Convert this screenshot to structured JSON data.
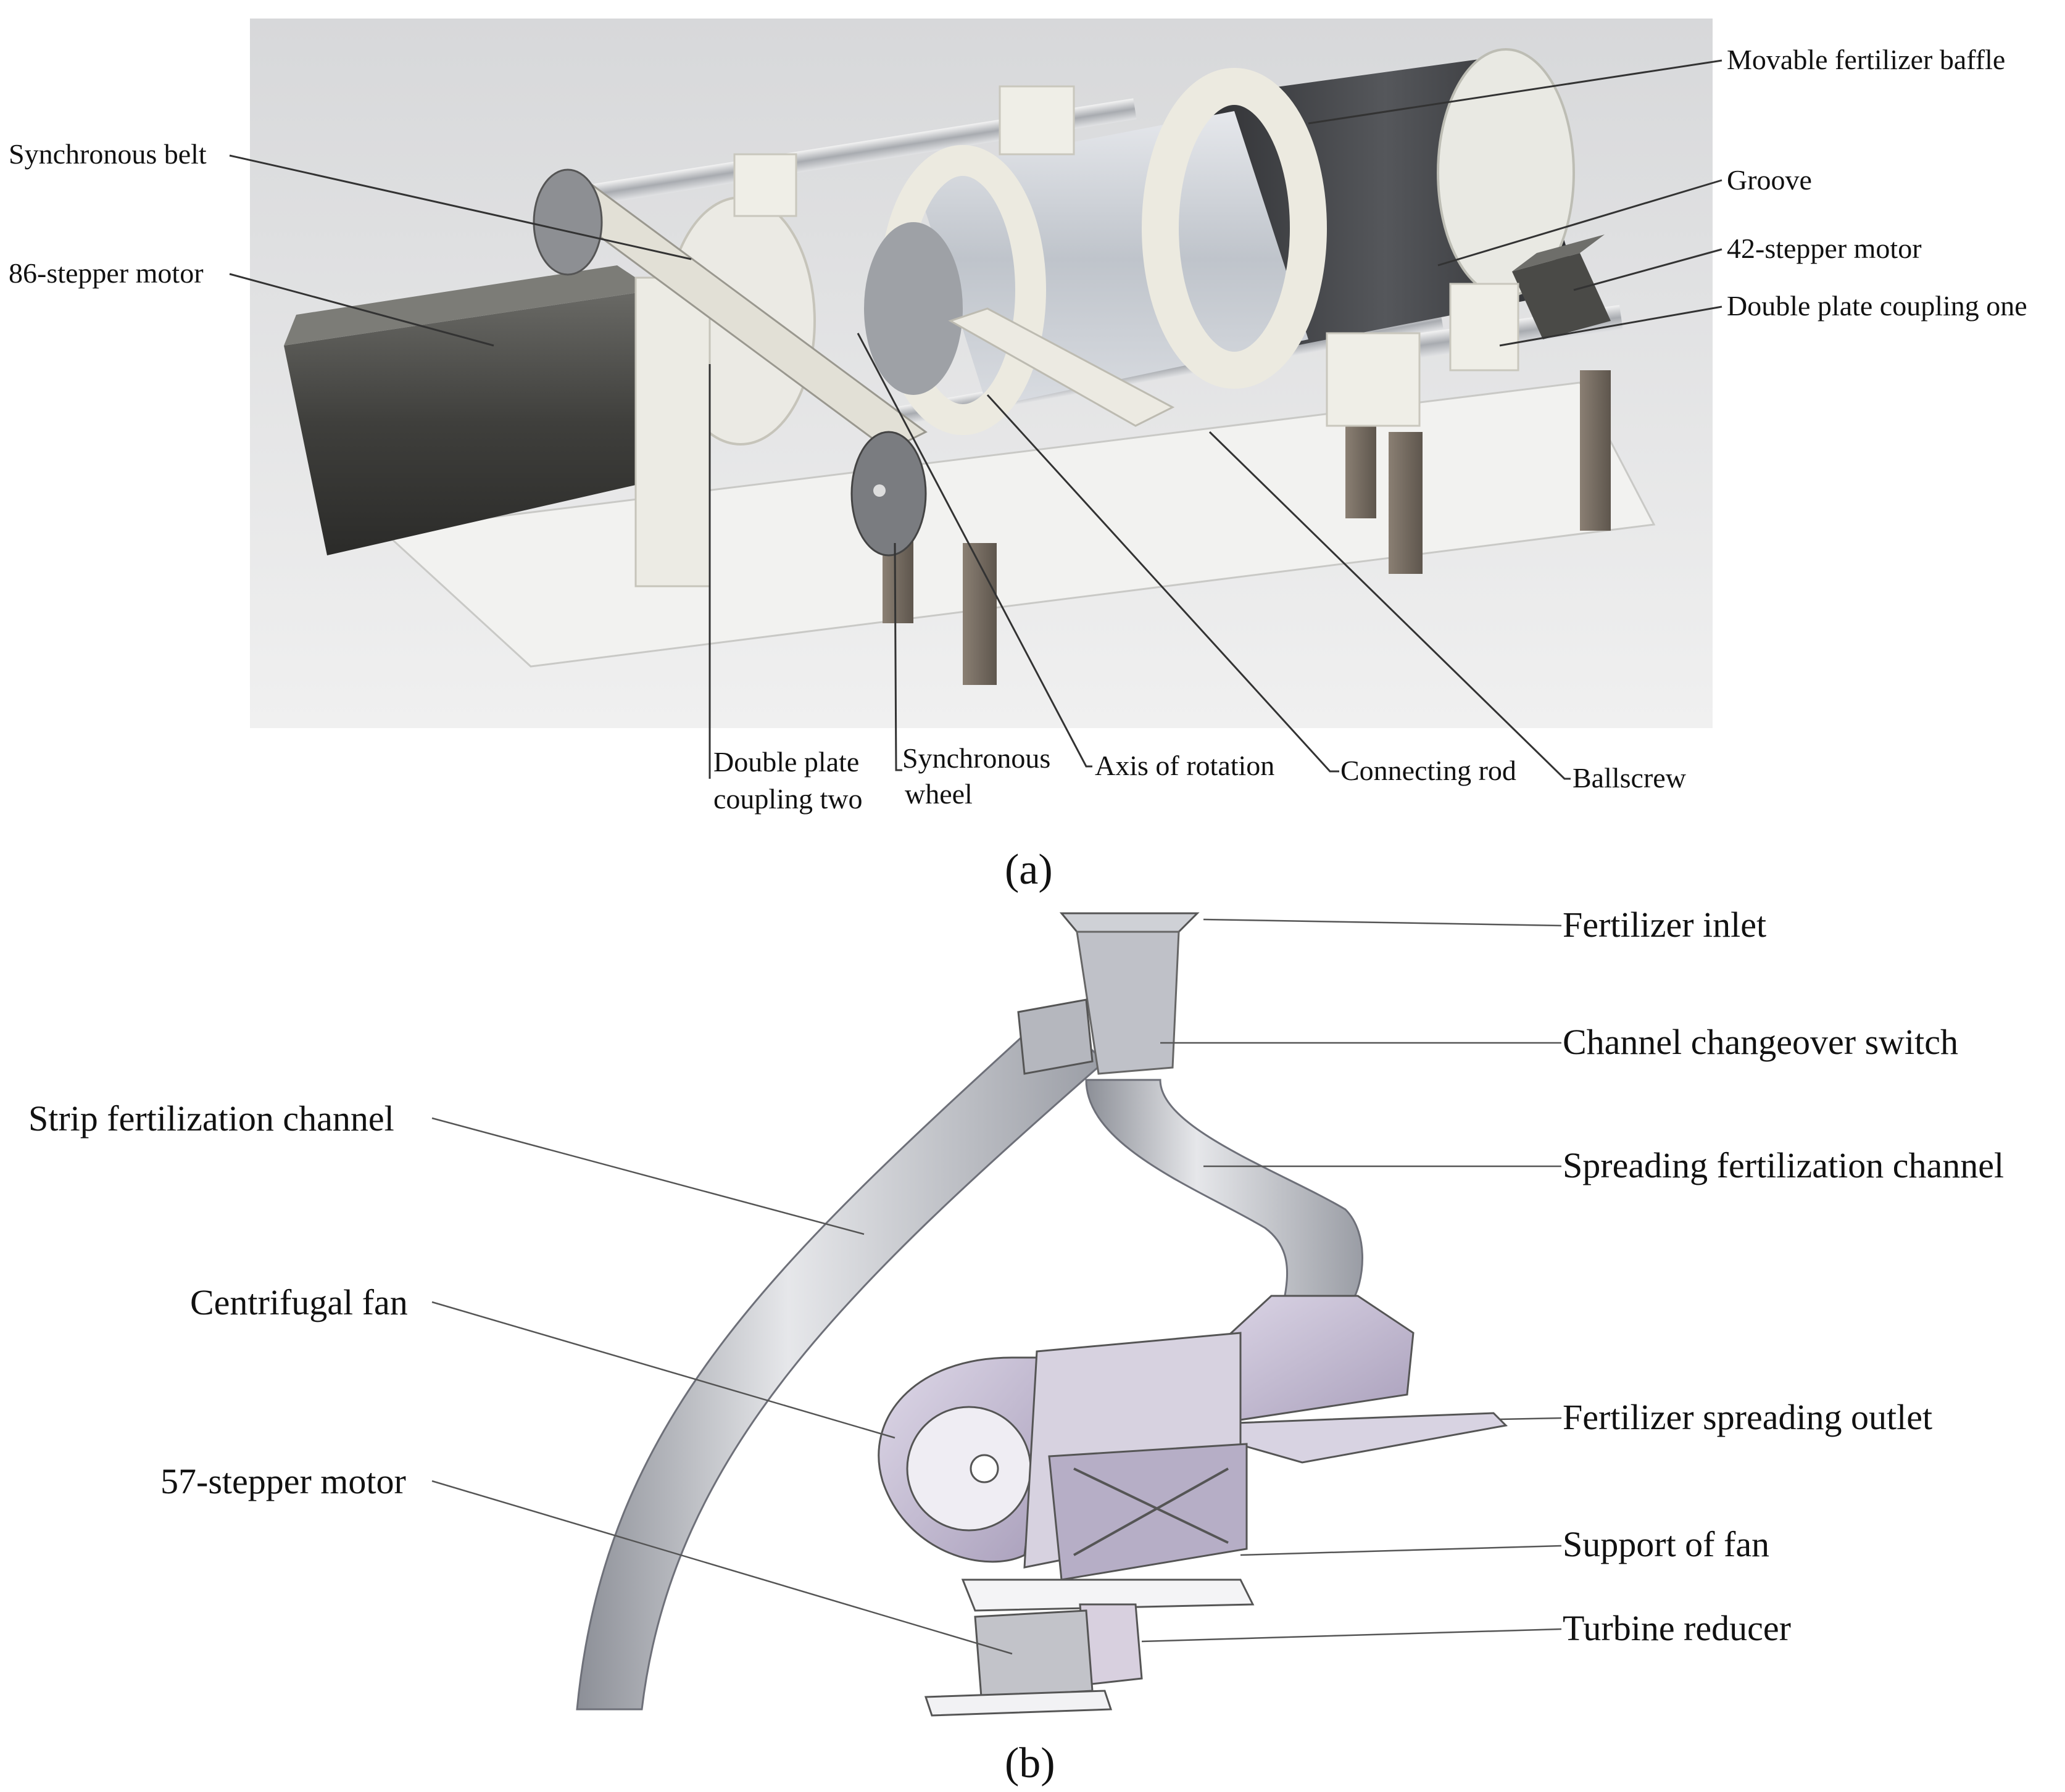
{
  "panel_a": {
    "tag": "(a)",
    "labels": {
      "movable_baffle": "Movable fertilizer baffle",
      "sync_belt": "Synchronous belt",
      "groove": "Groove",
      "stepper_42": "42-stepper motor",
      "stepper_86": "86-stepper motor",
      "coupling_one": "Double plate coupling one",
      "coupling_two_l1": "Double plate",
      "coupling_two_l2": "coupling two",
      "sync_wheel_l1": "Synchronous",
      "sync_wheel_l2": "wheel",
      "axis": "Axis of rotation",
      "rod": "Connecting rod",
      "ballscrew": "Ballscrew"
    }
  },
  "panel_b": {
    "tag": "(b)",
    "labels": {
      "inlet": "Fertilizer inlet",
      "switch": "Channel changeover switch",
      "strip_channel": "Strip fertilization channel",
      "spreading_channel": "Spreading fertilization channel",
      "fan": "Centrifugal fan",
      "outlet": "Fertilizer spreading outlet",
      "stepper_57": "57-stepper motor",
      "support": "Support of fan",
      "reducer": "Turbine reducer"
    }
  },
  "colors": {
    "render_bg": "#e4e5e6",
    "dark_metal": "#3d3d3b",
    "cream": "#ecebe3",
    "channel_grey": "#b9bcc4",
    "lavender": "#c9c1d6"
  }
}
